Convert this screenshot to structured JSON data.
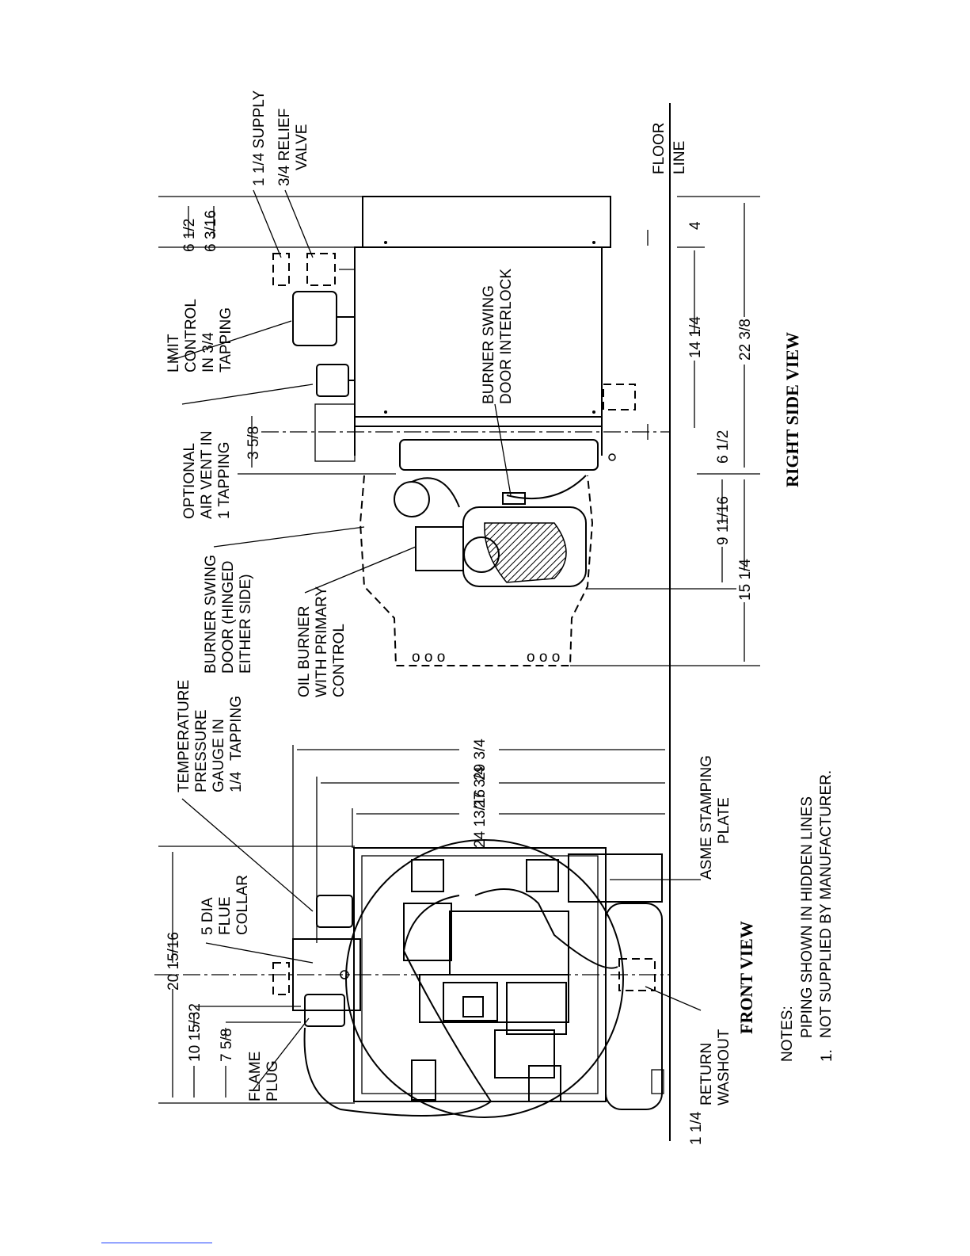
{
  "front_view": {
    "title": "FRONT VIEW",
    "labels": {
      "temp_gauge": [
        "TEMPERATURE",
        "PRESSURE",
        "GAUGE IN",
        "TAPPING"
      ],
      "temp_gauge_size": "1/4",
      "flue_collar": [
        "5 DIA",
        "FLUE",
        "COLLAR"
      ],
      "flame_plug": [
        "FLAME",
        "PLUG"
      ],
      "asme_plate": [
        "ASME STAMPING",
        "PLATE"
      ],
      "return_washout": [
        "RETURN",
        "WASHOUT"
      ],
      "return_size": "1 1/4"
    },
    "dimensions": {
      "overall_width": "20 15/16",
      "offset_1": "10 15/32",
      "offset_2": "7 5/8",
      "height_1": "29 3/4",
      "height_2": "27 3/4",
      "height_3": "24 13/16"
    }
  },
  "right_side_view": {
    "title": "RIGHT SIDE VIEW",
    "labels": {
      "supply": "1 1/4  SUPPLY",
      "relief_valve": [
        "3/4 RELIEF",
        "VALVE"
      ],
      "limit_control": [
        "LIMIT",
        "CONTROL",
        "IN 3/4",
        "TAPPING"
      ],
      "air_vent": [
        "OPTIONAL",
        "AIR VENT IN",
        "1 TAPPING"
      ],
      "interlock": [
        "BURNER SWING",
        "DOOR INTERLOCK"
      ],
      "swing_door": [
        "BURNER SWING",
        "DOOR (HINGED",
        "EITHER SIDE)"
      ],
      "oil_burner": [
        "OIL BURNER",
        "WITH PRIMARY",
        "CONTROL"
      ],
      "floor_line": [
        "FLOOR",
        "LINE"
      ]
    },
    "dimensions": {
      "top_1": "6 1/2",
      "top_2": "6 3/16",
      "vent_offset": "3 5/8",
      "d_4": "4",
      "d_14": "14 1/4",
      "d_22": "22 3/8",
      "d_6": "6 1/2",
      "d_9": "9 11/16",
      "d_15": "15 1/4"
    }
  },
  "notes": {
    "heading": "NOTES:",
    "items": [
      {
        "num": "1.",
        "lines": [
          "PIPING SHOWN IN HIDDEN LINES",
          "NOT SUPPLIED BY MANUFACTURER."
        ]
      }
    ]
  }
}
